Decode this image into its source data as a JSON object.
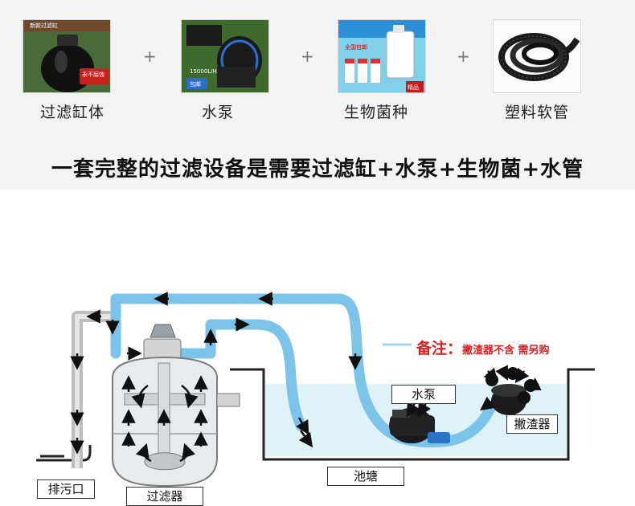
{
  "products": [
    {
      "label": "过滤缸体",
      "pack_text": "新款过滤缸",
      "badge": "永不腐蚀"
    },
    {
      "label": "水泵",
      "pack_text": "15000L/H",
      "badge": "包邮"
    },
    {
      "label": "生物菌种",
      "pack_text": "全国包邮",
      "badge": "精品"
    },
    {
      "label": "塑料软管",
      "pack_text": "",
      "badge": ""
    }
  ],
  "plus_sign": "+",
  "headline": "一套完整的过滤设备是需要过滤缸+水泵+生物菌+水管",
  "note": {
    "key": "备注：",
    "text": "撇渣器不含 需另购"
  },
  "diagram_labels": {
    "pump": "水泵",
    "skimmer": "撇渣器",
    "pond": "池塘",
    "drain": "排污口",
    "filter": "过滤器"
  },
  "colors": {
    "pipe_blue": "#7cc3ea",
    "pipe_gray": "#cfcfcf",
    "water": "#dff2f8",
    "alert": "#e02020"
  }
}
